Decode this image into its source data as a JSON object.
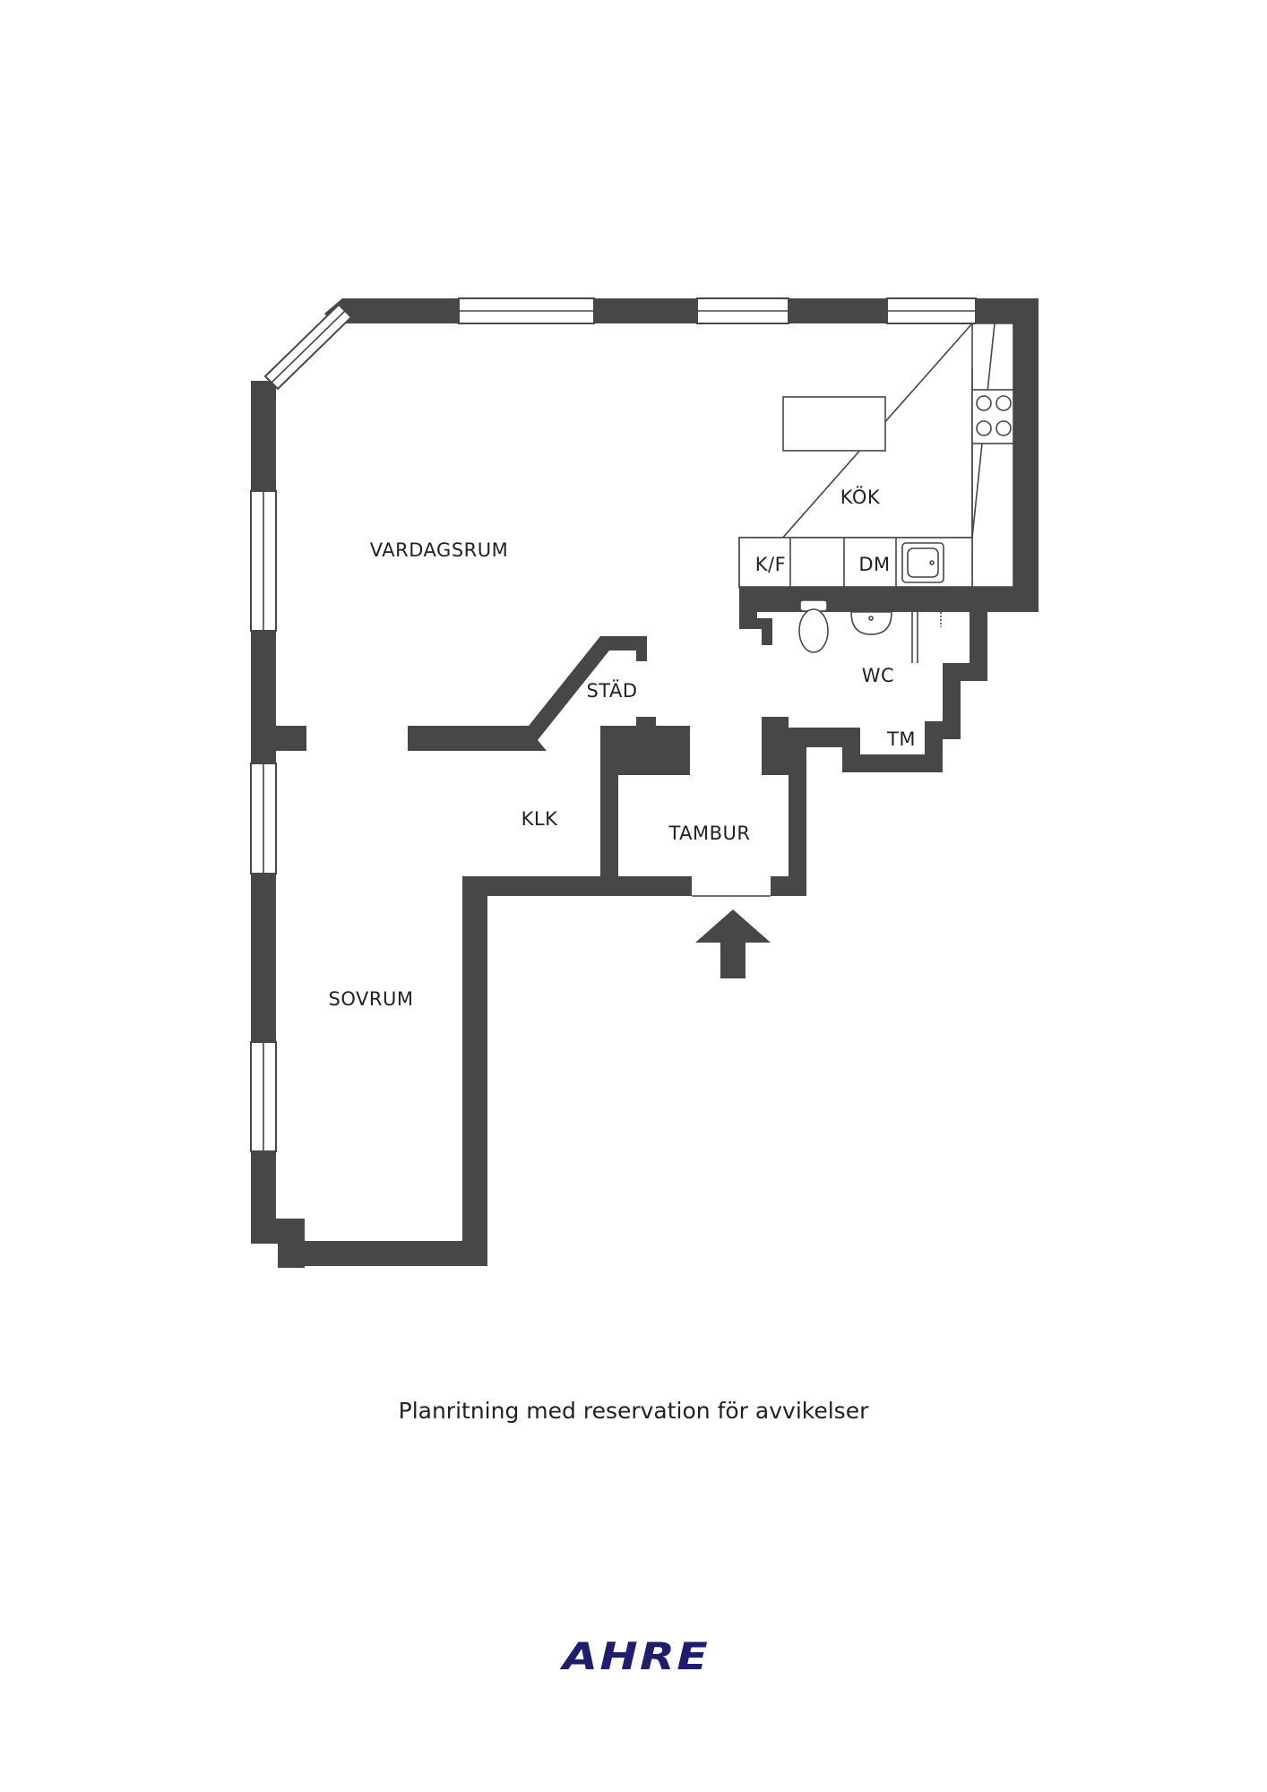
{
  "rooms": {
    "vardagsrum": "VARDAGSRUM",
    "kok": "KÖK",
    "kf": "K/F",
    "dm": "DM",
    "wc": "WC",
    "stad": "STÄD",
    "tm": "TM",
    "klk": "KLK",
    "tambur": "TAMBUR",
    "sovrum": "SOVRUM"
  },
  "caption": "Planritning med reservation för avvikelser",
  "logo": {
    "text": "AHRE",
    "color": "#1e1e6e"
  },
  "colors": {
    "wall": "#474747",
    "background": "#ffffff"
  },
  "icons": [
    "entrance-arrow-icon",
    "stove-icon",
    "sink-icon",
    "toilet-icon",
    "washbasin-icon"
  ]
}
